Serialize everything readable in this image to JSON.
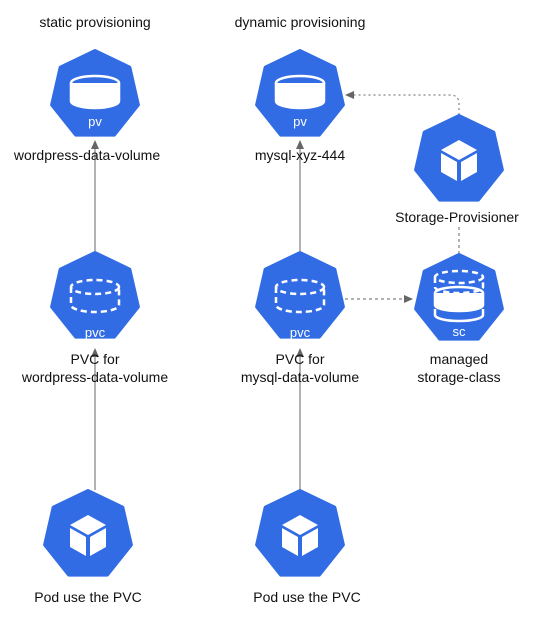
{
  "colors": {
    "node": "#326ce5",
    "line": "#666666",
    "text": "#111111",
    "icon": "#ffffff"
  },
  "headings": {
    "static": "static provisioning",
    "dynamic": "dynamic provisioning"
  },
  "static": {
    "pv": {
      "kind": "pv",
      "icon": "storage-cylinder-icon",
      "caption": "wordpress-data-volume"
    },
    "pvc": {
      "kind": "pvc",
      "icon": "storage-dashed-cylinder-icon",
      "caption_lines": [
        "PVC for",
        "wordpress-data-volume"
      ]
    },
    "pod": {
      "icon": "cube-icon",
      "caption": "Pod use the PVC"
    }
  },
  "dynamic": {
    "pv": {
      "kind": "pv",
      "icon": "storage-cylinder-icon",
      "caption": "mysql-xyz-444"
    },
    "pvc": {
      "kind": "pvc",
      "icon": "storage-dashed-cylinder-icon",
      "caption_lines": [
        "PVC for",
        "mysql-data-volume"
      ]
    },
    "pod": {
      "icon": "cube-icon",
      "caption": "Pod use the PVC"
    },
    "provisioner": {
      "icon": "cube-icon",
      "caption": "Storage-Provisioner"
    },
    "sc": {
      "kind": "sc",
      "icon": "stacked-storage-icon",
      "caption_lines": [
        "managed",
        "storage-class"
      ]
    }
  }
}
